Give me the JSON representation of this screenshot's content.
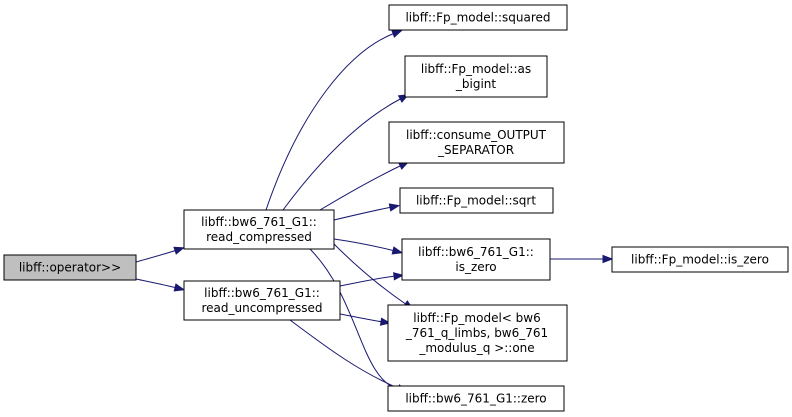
{
  "graph": {
    "edge_color": "#191970",
    "root_fill": "#bfbfbf",
    "nodes": {
      "root": {
        "lines": [
          "libff::operator>>"
        ]
      },
      "read_compressed": {
        "lines": [
          "libff::bw6_761_G1::",
          "read_compressed"
        ]
      },
      "read_uncompressed": {
        "lines": [
          "libff::bw6_761_G1::",
          "read_uncompressed"
        ]
      },
      "squared": {
        "lines": [
          "libff::Fp_model::squared"
        ]
      },
      "as_bigint": {
        "lines": [
          "libff::Fp_model::as",
          "_bigint"
        ]
      },
      "consume_output_separator": {
        "lines": [
          "libff::consume_OUTPUT",
          "_SEPARATOR"
        ]
      },
      "sqrt": {
        "lines": [
          "libff::Fp_model::sqrt"
        ]
      },
      "g1_is_zero": {
        "lines": [
          "libff::bw6_761_G1::",
          "is_zero"
        ]
      },
      "fp_is_zero": {
        "lines": [
          "libff::Fp_model::is_zero"
        ]
      },
      "fp_one": {
        "lines": [
          "libff::Fp_model< bw6",
          "_761_q_limbs, bw6_761",
          "_modulus_q >::one"
        ]
      },
      "g1_zero": {
        "lines": [
          "libff::bw6_761_G1::zero"
        ]
      }
    },
    "edges": [
      [
        "root",
        "read_compressed"
      ],
      [
        "root",
        "read_uncompressed"
      ],
      [
        "read_compressed",
        "squared"
      ],
      [
        "read_compressed",
        "as_bigint"
      ],
      [
        "read_compressed",
        "consume_output_separator"
      ],
      [
        "read_compressed",
        "sqrt"
      ],
      [
        "read_compressed",
        "g1_is_zero"
      ],
      [
        "read_compressed",
        "fp_one"
      ],
      [
        "read_compressed",
        "g1_zero"
      ],
      [
        "read_uncompressed",
        "g1_is_zero"
      ],
      [
        "read_uncompressed",
        "fp_one"
      ],
      [
        "read_uncompressed",
        "g1_zero"
      ],
      [
        "g1_is_zero",
        "fp_is_zero"
      ]
    ]
  }
}
